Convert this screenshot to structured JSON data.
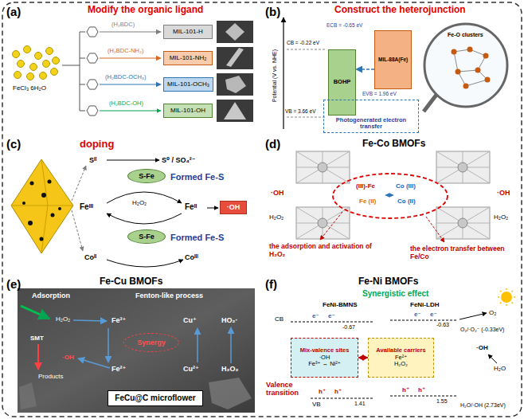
{
  "diagram": {
    "nodes": [
      {
        "text": [
          "MIL-101-H"
        ]
      },
      {
        "text": [
          "MIL-101-NH₂"
        ]
      },
      {
        "text": [
          "MIL-101-OCH₃"
        ]
      },
      {
        "text": [
          "MIL-101-OH"
        ]
      },
      {
        "text": [
          "BOHP"
        ]
      },
      {
        "text": [
          "MIL-88A(Fe)"
        ]
      },
      {
        "text": [
          "Photogenerated electron transfer"
        ]
      },
      {
        "text": [
          "S-Fe"
        ]
      },
      {
        "text": [
          "S-Fe"
        ]
      },
      {
        "text": [
          "·OH"
        ]
      },
      {
        "text": [
          "Synergy"
        ]
      },
      {
        "text": [
          "FeCu@C microflower"
        ]
      },
      {
        "text": [
          "Mix-valence sites",
          "·OH",
          "Fe³⁺ ↔ Ni²⁺"
        ]
      },
      {
        "text": [
          "Available carriers",
          "Fe²⁺",
          "H₂O₂"
        ]
      }
    ],
    "edges": [
      {
        "from": 5,
        "to": 4,
        "arrow": "to"
      },
      {
        "from": 12,
        "to": 13,
        "arrow": "both"
      }
    ],
    "labels": [
      "(a)",
      "Modify the organic ligand",
      "FeCl₃ 6H₂O",
      "(H₂BDC)",
      "(H₂BDC-NH₂)",
      "(H₂BDC-OCH₃)",
      "(H₂BDC-OH)",
      "(b)",
      "Construct the heterojunction",
      "Potential (V vs. NHE)",
      "CB = -0.22 eV",
      "VB = 3.66 eV",
      "ECB = -0.65 eV",
      "EVB = 1.96 eV",
      "Fe-O clusters",
      "(c)",
      "doping",
      "Sᴵᴵ",
      "S⁰ / SO₄²⁻",
      "Formed Fe-S",
      "Feᴵᴵᴵ",
      "H₂O₂",
      "Feᴵᴵ",
      "Formed Fe-S",
      "Coᴵᴵ",
      "Coᴵᴵᴵ",
      "(d)",
      "Fe-Co BMOFs",
      "·OH",
      "H₂O₂",
      "(III)-Fe",
      "Fe (II)",
      "Co (III)",
      "Co (II)",
      "·OH",
      "H₂O₂",
      "the adsorption and activation of H₂O₂",
      "the electron transfer between Fe/Co",
      "(e)",
      "Fe-Cu BMOFs",
      "Adsorption",
      "Fenton-like process",
      "H₂O₂",
      "SMT",
      "·OH",
      "Products",
      "Fe³⁺",
      "Cu⁺",
      "HO₂·",
      "Fe²⁺",
      "Cu²⁺",
      "H₂O₂",
      "(f)",
      "Fe-Ni BMOFs",
      "Synergistic effect",
      "FeNi-BMNS",
      "FeNi-LDH",
      "CB",
      "e⁻",
      "e⁻",
      "e⁻",
      "e⁻",
      "-0.67",
      "-0.63",
      "O₂",
      "O₂/·O₂⁻ (-0.33eV)",
      "Valence transition",
      "VB",
      "h⁺",
      "h⁺",
      "h⁺",
      "h⁺",
      "1.41",
      "1.55",
      "·OH",
      "H₂O",
      "H₂O/·OH (2.73eV)"
    ]
  }
}
